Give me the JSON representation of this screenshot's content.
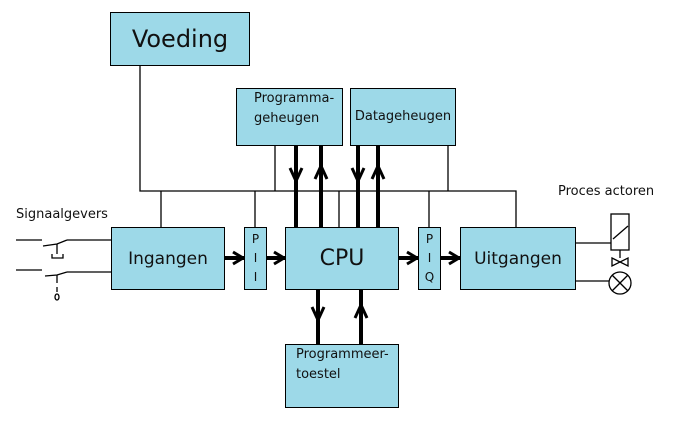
{
  "diagram": {
    "title": "PLC blokschema",
    "colors": {
      "block_fill": "#9dd9e8",
      "line": "#000000",
      "background": "#ffffff"
    },
    "blocks": {
      "voeding": "Voeding",
      "programmageheugen": [
        "Programma-",
        "geheugen"
      ],
      "datageheugen": "Datageheugen",
      "ingangen": "Ingangen",
      "pii": [
        "P",
        "I",
        "I"
      ],
      "cpu": "CPU",
      "piq": [
        "P",
        "I",
        "Q"
      ],
      "uitgangen": "Uitgangen",
      "programmeertoestel": [
        "Programmeer-",
        "toestel"
      ]
    },
    "labels": {
      "signaalgevers": "Signaalgevers",
      "proces_actoren": "Proces actoren"
    },
    "icons": [
      "push-button-switch-icon",
      "toggle-switch-icon",
      "solenoid-valve-icon",
      "valve-icon",
      "lamp-icon"
    ]
  }
}
